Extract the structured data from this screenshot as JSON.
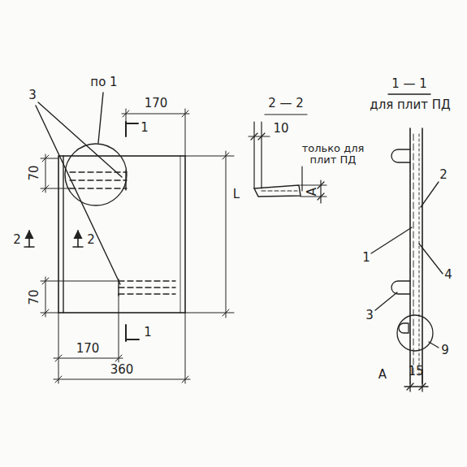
{
  "diagram": {
    "labels": [
      "по 1",
      "3",
      "170",
      "1",
      "70",
      "2",
      "2",
      "L",
      "70",
      "1",
      "170",
      "360",
      "2 — 2",
      "10",
      "только для плит ПД",
      "А",
      "1 — 1",
      "для плит ПД",
      "2",
      "1",
      "4",
      "3",
      "9",
      "15",
      "А"
    ]
  }
}
